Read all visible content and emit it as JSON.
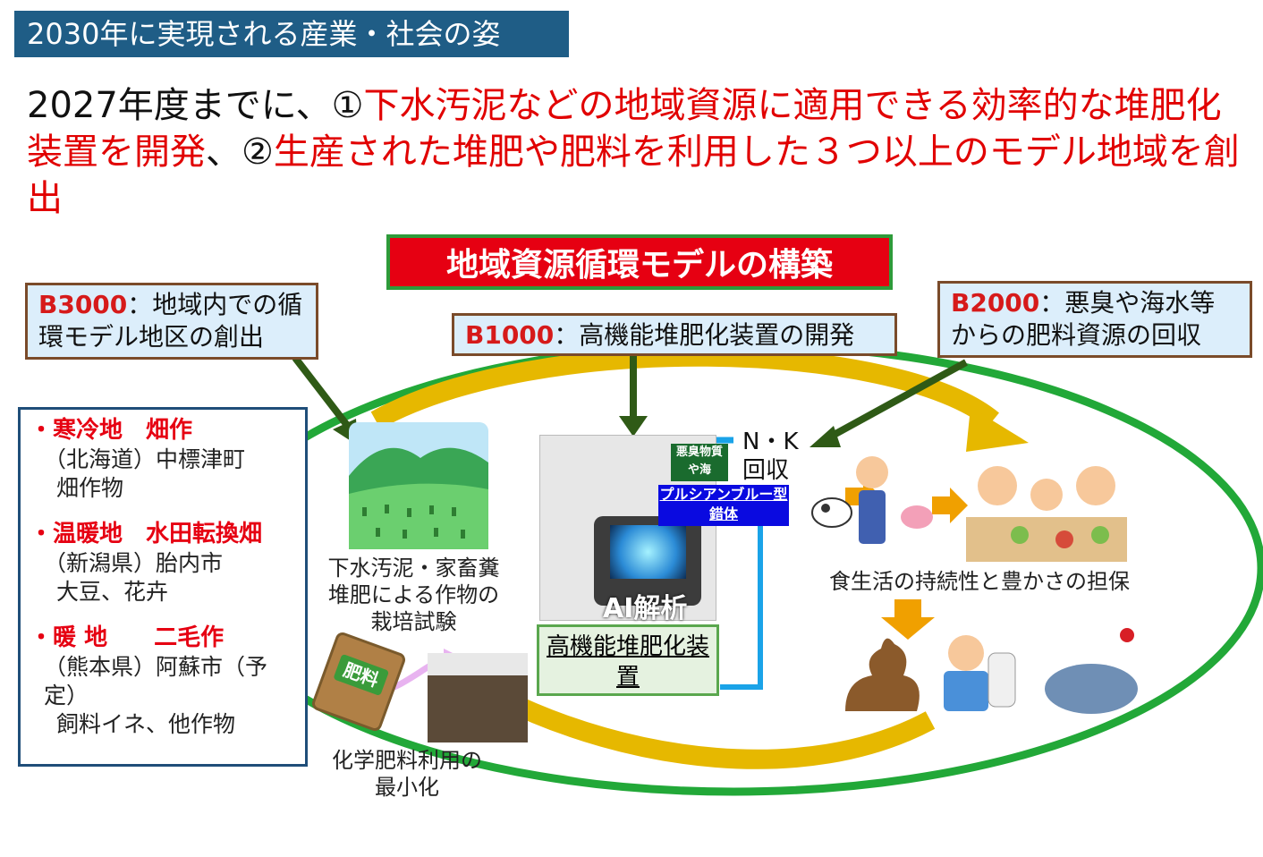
{
  "header": {
    "title": "2030年に実現される産業・社会の姿"
  },
  "headline": {
    "part1": "2027年度までに、①",
    "part2": "下水汚泥などの地域資源に適用できる効率的な堆肥化装置を開発",
    "part3": "、②",
    "part4": "生産された堆肥や肥料を利用した３つ以上のモデル地域を創出"
  },
  "model_title": "地域資源循環モデルの構築",
  "b3000": {
    "code": "B3000",
    "text": "：地域内での循環モデル地区の創出"
  },
  "b1000": {
    "code": "B1000",
    "text": "：高機能堆肥化装置の開発"
  },
  "b2000": {
    "code": "B2000",
    "text": "：悪臭や海水等からの肥料資源の回収"
  },
  "regions": [
    {
      "name": "寒冷地　畑作",
      "lines": [
        "（北海道）中標津町",
        "畑作物"
      ]
    },
    {
      "name": "温暖地　水田転換畑",
      "lines": [
        "（新潟県）胎内市",
        "大豆、花卉"
      ]
    },
    {
      "name": "暖 地　　二毛作",
      "lines": [
        "（熊本県）阿蘇市（予定）",
        "飼料イネ、他作物"
      ]
    }
  ],
  "labels": {
    "cultivation": "下水汚泥・家畜糞堆肥による作物の栽培試験",
    "fertilizer_bag": "肥料",
    "chem_min": "化学肥料利用の最小化",
    "ai": "AI解析",
    "device": "高機能堆肥化装置",
    "odor": "悪臭物質や海",
    "nk": "N・K回収",
    "prussian": "プルシアンブルー型錯体",
    "food": "食生活の持続性と豊かさの担保"
  },
  "colors": {
    "accent_red": "#e60012",
    "header_blue": "#1f5d86",
    "loop_green": "#22a838",
    "arrow_green": "#2f5a16",
    "orange_arrow": "#e6b800",
    "light_blue": "#1aa3e8"
  }
}
